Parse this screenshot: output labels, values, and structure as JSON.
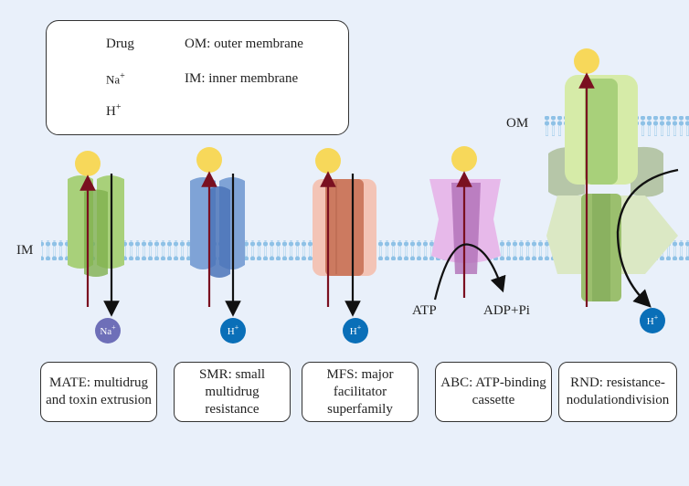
{
  "legend": {
    "drug": "Drug",
    "na": "Na",
    "h": "H",
    "plus": "+",
    "om": "OM: outer membrane",
    "im": "IM: inner membrane"
  },
  "labels": {
    "om": "OM",
    "im": "IM",
    "atp": "ATP",
    "adp": "ADP+Pi"
  },
  "ions": {
    "mate": "Na",
    "smr": "H",
    "mfs": "H",
    "rnd": "H",
    "plus": "+"
  },
  "families": [
    {
      "name": "MATE: multidrug and toxin extrusion"
    },
    {
      "name": "SMR: small multidrug resistance"
    },
    {
      "name": "MFS: major facilitator superfamily"
    },
    {
      "name": "ABC: ATP-binding cassette"
    },
    {
      "name": "RND: resistance-nodulationdivision"
    }
  ],
  "colors": {
    "background": "#e9f0fa",
    "membrane": "#8ec1e6",
    "drug": "#f7d85a",
    "sodium": "#6e6fb8",
    "proton": "#0a6fb8",
    "arrow_up": "#7a1020",
    "arrow_down": "#111111",
    "mate": "#a8d07a",
    "smr": "#5b86c4",
    "mfs": "#d9876c",
    "abc": "#c48ac9",
    "rnd": "#a9c98a"
  }
}
